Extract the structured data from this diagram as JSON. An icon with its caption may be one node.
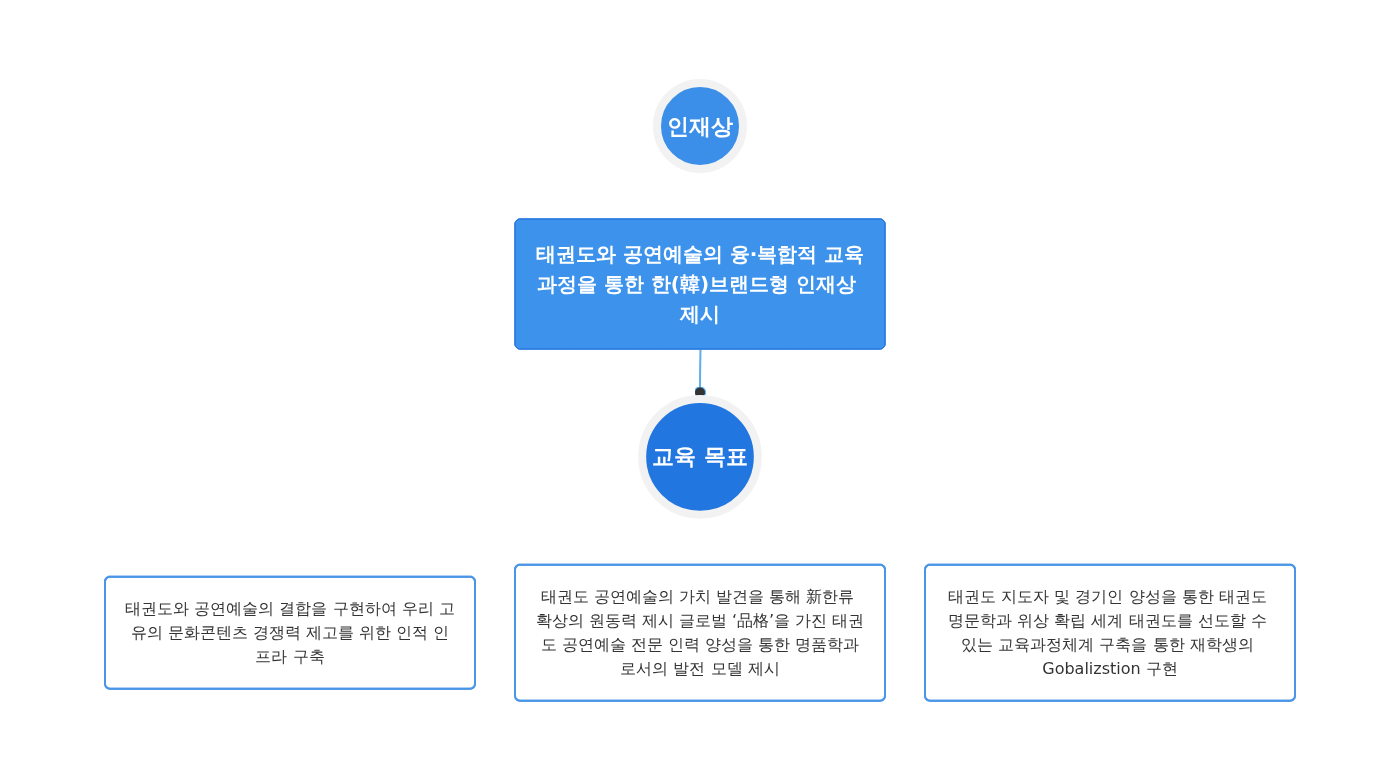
{
  "diagram": {
    "nodes": [
      {
        "text": [
          "인재상"
        ]
      },
      {
        "text": [
          "태권도와 공연예술의 융·복합적 교육과정을 통한 한(韓)브랜드형 인재상 제시"
        ]
      },
      {
        "text": [
          "교육 목표"
        ]
      },
      {
        "text": [
          "태권도와 공연예술의 결합을 구현하여 우리 고유의 문화콘텐츠 경쟁력 제고를 위한 인적 인프라 구축"
        ]
      },
      {
        "text": [
          "태권도 공연예술의 가치 발견을 통해 新한류 확상의 원동력 제시 글로벌 ‘品格’을 가진 태권도 공연예술 전문 인력 양성을 통한 명품학과로서의 발전 모델 제시"
        ]
      },
      {
        "text": [
          "태권도 지도자 및 경기인 양성을 통한 태권도 명문학과 위상 확립 세계 태권도를 선도할 수 있는 교육과정체계 구축을 통한 재학생의 Gobalizstion 구현"
        ]
      }
    ],
    "edges": [
      {
        "from": 1,
        "to": 2,
        "arrow": "other"
      }
    ]
  }
}
